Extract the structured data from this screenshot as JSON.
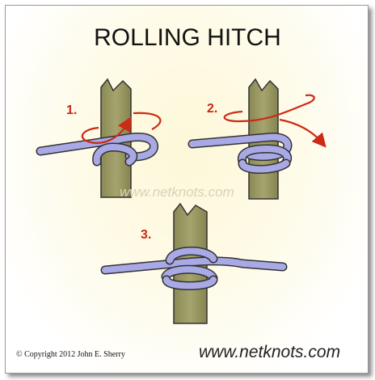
{
  "title": "ROLLING HITCH",
  "steps": [
    {
      "label": "1."
    },
    {
      "label": "2."
    },
    {
      "label": "3."
    }
  ],
  "watermark": "www.netknots.com",
  "copyright": "©  Copyright  2012  John E. Sherry",
  "site": "www.netknots.com",
  "colors": {
    "pole": "#9b9a62",
    "rope": "#a9a9e6",
    "arrow": "#cc2a14"
  }
}
